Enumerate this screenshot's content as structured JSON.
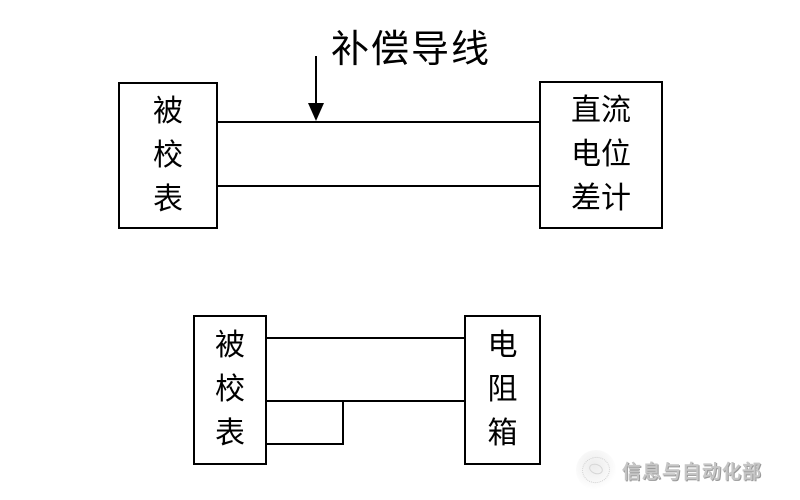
{
  "colors": {
    "background": "#ffffff",
    "line": "#000000",
    "watermark_text": "#c6c6c6"
  },
  "top_diagram": {
    "arrow_label": "补偿导线",
    "arrow_icon": "down-arrow",
    "left_box": {
      "label": "被校表",
      "chars": [
        "被",
        "校",
        "表"
      ]
    },
    "right_box": {
      "label": "直流电位差计",
      "lines": [
        "直流",
        "电位",
        "差计"
      ]
    }
  },
  "bottom_diagram": {
    "left_box": {
      "label": "被校表",
      "chars": [
        "被",
        "校",
        "表"
      ]
    },
    "right_box": {
      "label": "电阻箱",
      "chars": [
        "电",
        "阻",
        "箱"
      ]
    }
  },
  "watermark": {
    "logo": "circular-emblem",
    "text": "信息与自动化部"
  }
}
